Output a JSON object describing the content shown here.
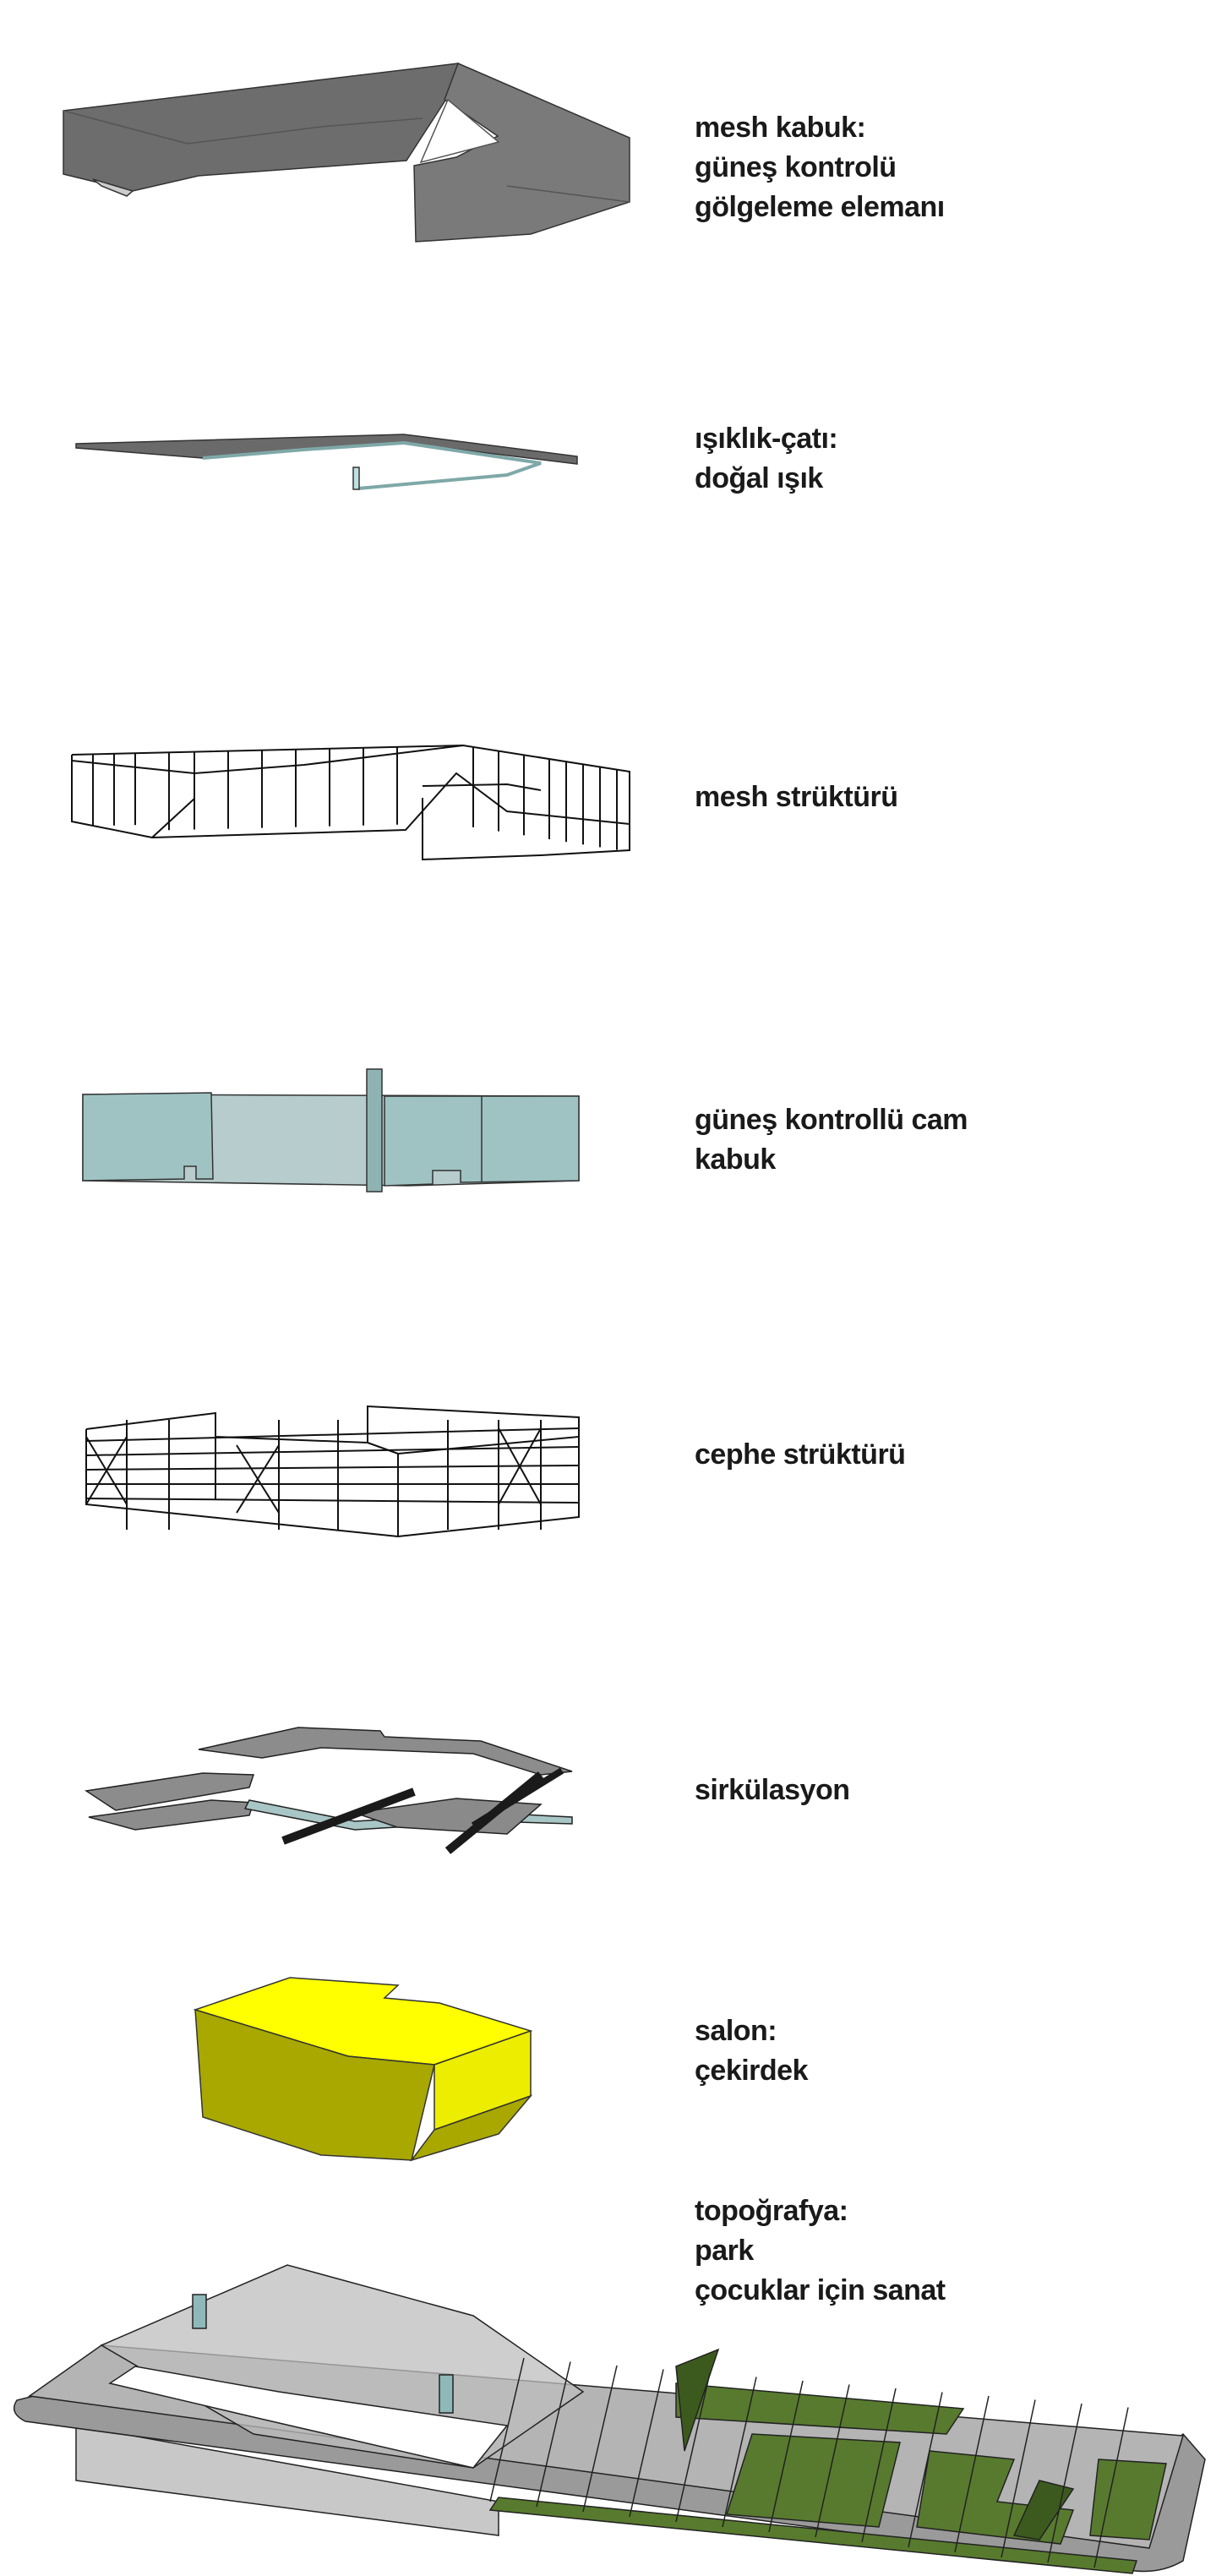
{
  "layers": [
    {
      "id": "mesh-shell",
      "lines": [
        "mesh kabuk:",
        "güneş kontrolü",
        "gölgeleme elemanı"
      ]
    },
    {
      "id": "skylight-roof",
      "lines": [
        "ışıklık-çatı:",
        "doğal ışık"
      ]
    },
    {
      "id": "mesh-structure",
      "lines": [
        "mesh strüktürü"
      ]
    },
    {
      "id": "glass-shell",
      "lines": [
        "güneş kontrollü cam",
        "kabuk"
      ]
    },
    {
      "id": "facade-structure",
      "lines": [
        "cephe strüktürü"
      ]
    },
    {
      "id": "circulation",
      "lines": [
        "sirkülasyon"
      ]
    },
    {
      "id": "hall-core",
      "lines": [
        "salon:",
        "çekirdek"
      ]
    },
    {
      "id": "topography",
      "lines": [
        "topoğrafya:",
        "park",
        "çocuklar için sanat"
      ]
    }
  ],
  "colors": {
    "mesh": "#6e6e6e",
    "glass": "#9fc3c3",
    "glass_light": "#b7cccc",
    "core_top": "#ffff00",
    "core_side": "#a8a800",
    "grass": "#587a2e",
    "paving": "#b4b4b4"
  }
}
